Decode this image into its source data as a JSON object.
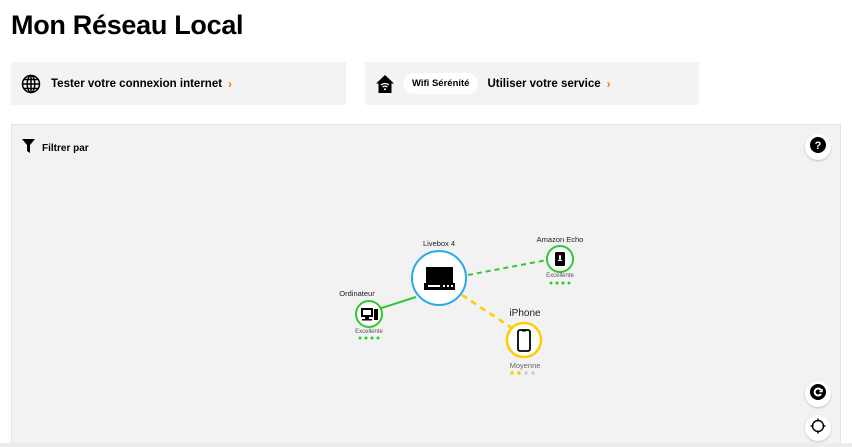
{
  "page": {
    "title": "Mon Réseau Local"
  },
  "cards": {
    "test_connection": {
      "icon": "globe-icon",
      "label": "Tester votre connexion internet",
      "chevron": "›"
    },
    "wifi_service": {
      "icon": "wifi-house-icon",
      "badge": "Wifi Sérénité",
      "label": "Utiliser votre service",
      "chevron": "›"
    }
  },
  "map": {
    "filter": {
      "icon": "filter-icon",
      "label": "Filtrer par"
    },
    "controls": [
      {
        "name": "help-button",
        "icon": "question-icon"
      },
      {
        "name": "refresh-button",
        "icon": "refresh-icon"
      },
      {
        "name": "recenter-button",
        "icon": "crosshair-icon"
      }
    ],
    "colors": {
      "ethernet": "#32c832",
      "wifi_good": "#32c832",
      "wifi_medium": "#ffcc00",
      "livebox": "#2aa7e6",
      "dot_inactive": "#cccccc"
    },
    "nodes": {
      "livebox": {
        "label": "Livebox 4",
        "icon": "livebox-icon"
      },
      "amazon_echo": {
        "label": "Amazon Echo",
        "icon": "speaker-icon",
        "quality": "Excellente",
        "signal": 4
      },
      "ordinateur": {
        "label": "Ordinateur",
        "icon": "computer-icon",
        "quality": "Excellente",
        "signal": 4
      },
      "iphone": {
        "label": "iPhone",
        "icon": "smartphone-icon",
        "quality": "Moyenne",
        "signal": 2
      }
    }
  }
}
